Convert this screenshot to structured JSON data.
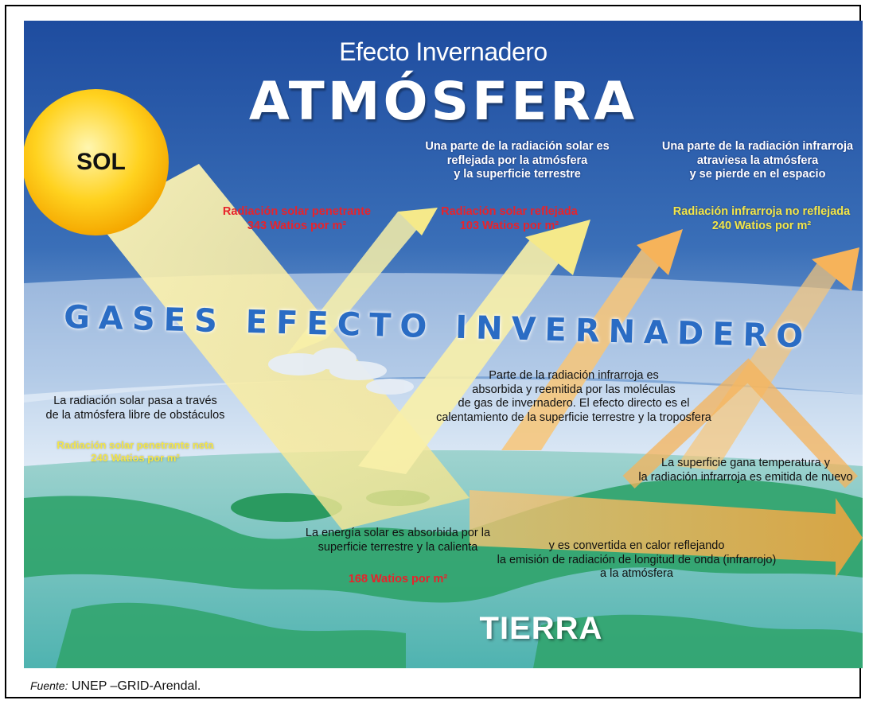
{
  "header": {
    "subtitle": "Efecto Invernadero",
    "title": "ATMÓSFERA"
  },
  "sun": {
    "label": "SOL"
  },
  "band": {
    "label": "GASES EFECTO INVERNADERO"
  },
  "earth": {
    "label": "TIERRA"
  },
  "annotations": {
    "reflected_desc": [
      "Una parte de la radiación solar es",
      "reflejada por la atmósfera",
      "y la superficie terrestre"
    ],
    "ir_escape_desc": [
      "Una parte de la radiación infrarroja",
      "atraviesa la atmósfera",
      "y se pierde en el espacio"
    ],
    "incoming_label": [
      "Radiación solar penetrante",
      "343 Watios por m²"
    ],
    "reflected_label": [
      "Radiación solar reflejada",
      "103 Watios por m²"
    ],
    "ir_escape_label": [
      "Radiación infrarroja no reflejada",
      "240 Watios por m²"
    ],
    "pass_desc": [
      "La radiación solar pasa a través",
      "de la atmósfera libre de obstáculos"
    ],
    "net_label": [
      "Radiación solar penetrante neta",
      "240 Watios por m²"
    ],
    "ir_absorbed_desc": [
      "Parte de la radiación infrarroja es",
      "absorbida y reemitida por las moléculas",
      "de gas de invernadero. El efecto directo es el",
      "calentamiento de la superficie terrestre y la troposfera"
    ],
    "surface_warm_desc": [
      "La superficie gana temperatura y",
      "la radiación infrarroja es emitida de nuevo"
    ],
    "absorbed_desc": [
      "La energía solar es absorbida por la",
      "superficie terrestre y la calienta"
    ],
    "absorbed_label": "168 Watios por m²",
    "converted_desc": [
      "y es convertida en calor reflejando",
      "la emisión de radiación de longitud de onda (infrarrojo)",
      "a la atmósfera"
    ]
  },
  "source": {
    "prefix": "Fuente:",
    "text": "UNEP –GRID-Arendal."
  },
  "colors": {
    "sky_top": "#1f4fa3",
    "sky_bottom": "#a9c6e6",
    "solar_beam": "#f7ef9a",
    "infrared": "#f6b35a",
    "label_red": "#e8232b",
    "label_yellow": "#f3e64a",
    "earth": "#2fa36a",
    "band_text": "#2a6cc4"
  }
}
